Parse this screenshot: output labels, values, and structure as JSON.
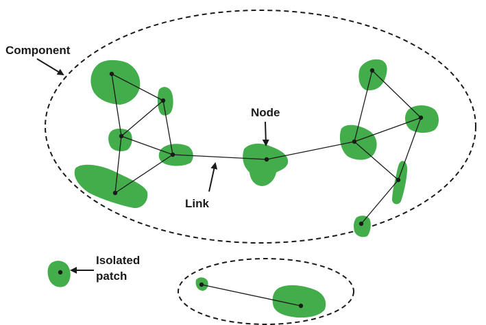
{
  "labels": {
    "component": "Component",
    "node": "Node",
    "link": "Link",
    "isolated_line1": "Isolated",
    "isolated_line2": "patch"
  },
  "colors": {
    "patch": "#43ad4b",
    "line": "#1a1a1a",
    "text": "#1a1a1a",
    "background": "#ffffff"
  }
}
